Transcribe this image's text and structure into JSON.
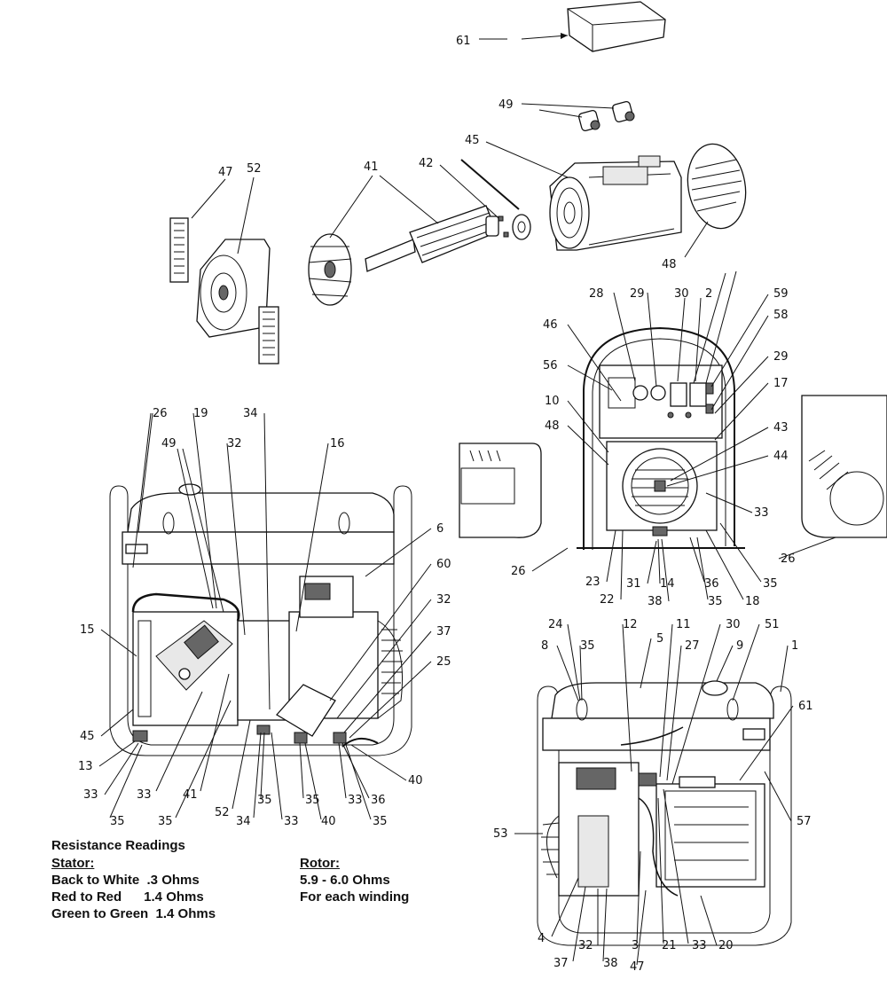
{
  "callouts": {
    "c61a": "61",
    "c49a": "49",
    "c45a": "45",
    "c47a": "47",
    "c52a": "52",
    "c41a": "41",
    "c42a": "42",
    "c48a": "48",
    "c26a": "26",
    "c19a": "19",
    "c34a": "34",
    "c49b": "49",
    "c32a": "32",
    "c16a": "16",
    "c15a": "15",
    "c45b": "45",
    "c13a": "13",
    "c33a": "33",
    "c35a": "35",
    "c33b": "33",
    "c41b": "41",
    "c35b": "35",
    "c52b": "52",
    "c34b": "34",
    "c35c": "35",
    "c33c": "33",
    "c35d": "35",
    "c40a": "40",
    "c33d": "33",
    "c36a": "36",
    "c35e": "35",
    "c40b": "40",
    "c6a": "6",
    "c60a": "60",
    "c32b": "32",
    "c37a": "37",
    "c25a": "25",
    "c28a": "28",
    "c29a": "29",
    "c30a": "30",
    "c2a": "2",
    "c59a": "59",
    "c58a": "58",
    "c46a": "46",
    "c56a": "56",
    "c29b": "29",
    "c17a": "17",
    "c10a": "10",
    "c48b": "48",
    "c43a": "43",
    "c44a": "44",
    "c33e": "33",
    "c26b": "26",
    "c23a": "23",
    "c22a": "22",
    "c31a": "31",
    "c14a": "14",
    "c38a": "38",
    "c36b": "36",
    "c35f": "35",
    "c18a": "18",
    "c35g": "35",
    "c26c": "26",
    "c24a": "24",
    "c8a": "8",
    "c35h": "35",
    "c12a": "12",
    "c11a": "11",
    "c5a": "5",
    "c27a": "27",
    "c30b": "30",
    "c9a": "9",
    "c51a": "51",
    "c1a": "1",
    "c61b": "61",
    "c57a": "57",
    "c53a": "53",
    "c4a": "4",
    "c32c": "32",
    "c3a": "3",
    "c21a": "21",
    "c33f": "33",
    "c20a": "20",
    "c37b": "37",
    "c38b": "38",
    "c47b": "47"
  },
  "readings": {
    "title": "Resistance Readings",
    "stator": {
      "heading": "Stator:",
      "lines": [
        "Back to White  .3 Ohms",
        "Red to Red      1.4 Ohms",
        "Green to Green  1.4 Ohms"
      ]
    },
    "rotor": {
      "heading": "Rotor:",
      "lines": [
        "5.9 - 6.0 Ohms",
        "For each winding"
      ]
    }
  }
}
